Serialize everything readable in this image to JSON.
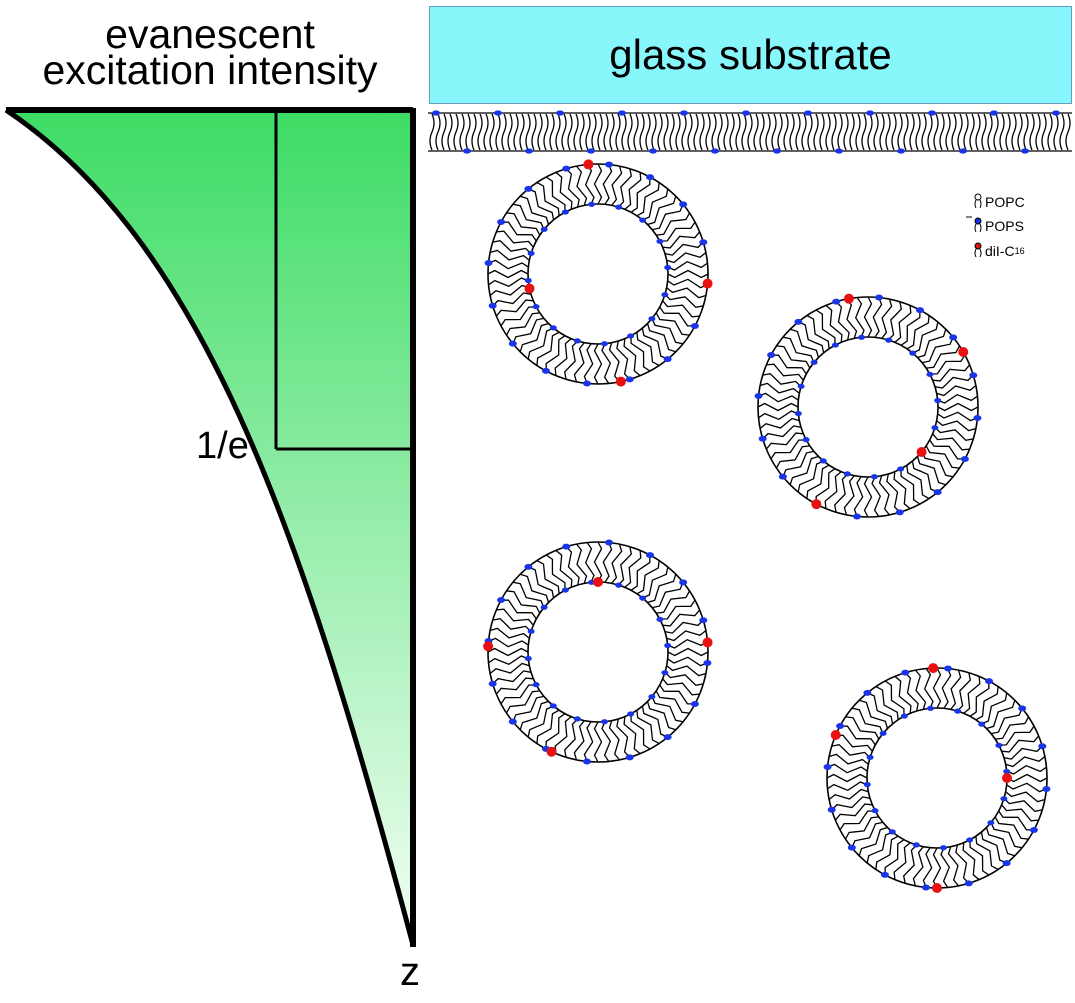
{
  "title": {
    "line1": "evanescent",
    "line2": "excitation intensity"
  },
  "substrate": {
    "label": "glass substrate",
    "fill_color": "#87f7fc"
  },
  "intensity_plot": {
    "marker_label": "1/e",
    "axis_label": "z",
    "gradient_top_color": "#3ddc64",
    "gradient_bottom_color": "#f2fff4"
  },
  "legend": {
    "items": [
      {
        "label": "POPC",
        "head_color": "#ffffff",
        "icon": "lipid-popc-icon"
      },
      {
        "label": "POPS",
        "head_color": "#1030e0",
        "icon": "lipid-pops-icon"
      },
      {
        "label": "diI-C",
        "subscript": "16",
        "head_color": "#e01010",
        "icon": "lipid-dii-icon"
      }
    ]
  },
  "colors": {
    "pops_head": "#1a35e8",
    "dii_head": "#e81010",
    "lipid_outline": "#000000"
  }
}
